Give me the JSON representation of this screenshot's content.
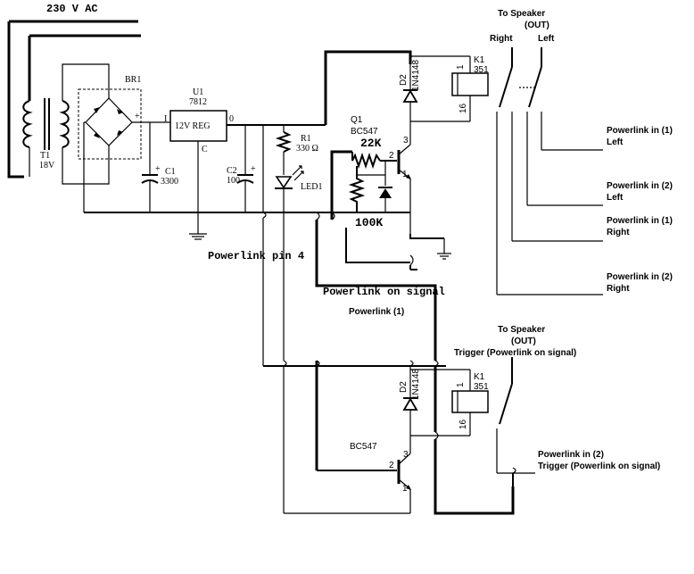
{
  "labels": {
    "mains": "230  V AC",
    "br1": "BR1",
    "u1_ref": "U1",
    "u1_part": "7812",
    "u1_body": "12V  REG",
    "u1_in": "I",
    "u1_out": "0",
    "u1_com": "C",
    "t1_ref": "T1",
    "t1_val": "18V",
    "c1_ref": "C1",
    "c1_val": "3300",
    "c2_ref": "C2",
    "c2_val": "100",
    "r1_ref": "R1",
    "r1_val": "330 Ω",
    "led1": "LED1",
    "q1_ref": "Q1",
    "q1_part": "BC547",
    "r_22k": "22K",
    "r_100k": "100K",
    "d2_top_ref": "D2",
    "d2_top_part": "1N4148",
    "k1_top_ref": "K1",
    "k1_top_part": "351",
    "k1_top_pin1": "1",
    "k1_top_pin16": "16",
    "q1_pin2": "2",
    "q1_pin3": "3",
    "q1_pin1": "1",
    "pl_pin4": "Powerlink pin 4",
    "pl_on_signal": "Powerlink on signal",
    "pl_1": "Powerlink (1)",
    "spk_top_title": "To Speaker",
    "spk_top_out": "(OUT)",
    "spk_right": "Right",
    "spk_left": "Left",
    "in1_left_a": "Powerlink in (1)",
    "in1_left_b": "Left",
    "in2_left_a": "Powerlink in  (2)",
    "in2_left_b": "Left",
    "in1_right_a": "Powerlink in (1)",
    "in1_right_b": "Right",
    "in2_right_a": "Powerlink in  (2)",
    "in2_right_b": "Right",
    "spk_bot_title": "To Speaker",
    "spk_bot_out": "(OUT)",
    "trig_top": "Trigger (Powerlink on signal)",
    "d2_bot_ref": "D2",
    "d2_bot_part": "1N4148",
    "k1_bot_ref": "K1",
    "k1_bot_part": "351",
    "k1_bot_pin1": "1",
    "k1_bot_pin16": "16",
    "q2_part": "BC547",
    "q2_pin2": "2",
    "q2_pin3": "3",
    "q2_pin1": "1",
    "in2_trig_a": "Powerlink in  (2)",
    "in2_trig_b": "Trigger (Powerlink on signal)"
  }
}
